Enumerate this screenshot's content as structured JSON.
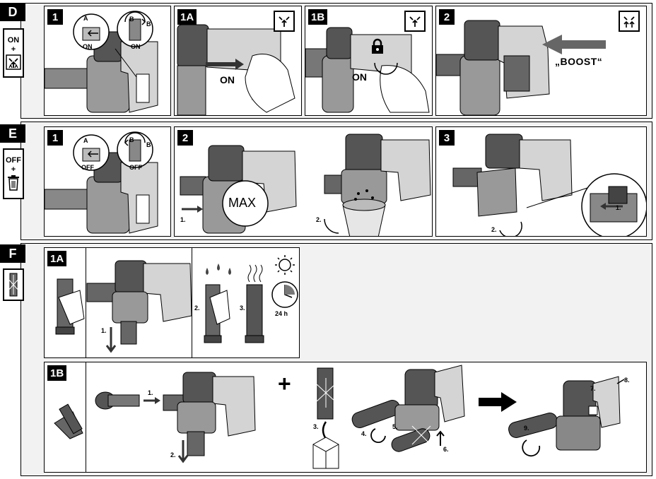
{
  "sections": {
    "D": {
      "tag": "D",
      "mode_top": "ON",
      "mode_plus": "+",
      "mode_icon": "airflow-mode-icon",
      "steps": {
        "s1": {
          "tag": "1",
          "label_a": "A",
          "label_b1": "B",
          "label_b2": "B",
          "label_on1": "ON",
          "label_on2": "ON"
        },
        "s1a": {
          "tag": "1A",
          "label_on": "ON"
        },
        "s1b": {
          "tag": "1B",
          "label_on": "ON"
        },
        "s2": {
          "tag": "2",
          "label_boost": "„BOOST“"
        }
      }
    },
    "E": {
      "tag": "E",
      "mode_top": "OFF",
      "mode_plus": "+",
      "mode_icon": "trash-bin-icon",
      "steps": {
        "s1": {
          "tag": "1",
          "label_a": "A",
          "label_b1": "B",
          "label_b2": "B",
          "label_off1": "OFF",
          "label_off2": "OFF"
        },
        "s2": {
          "tag": "2",
          "label_1": "1.",
          "label_max": "MAX",
          "label_2": "2."
        },
        "s3": {
          "tag": "3",
          "label_1": "1.",
          "label_2": "2."
        }
      }
    },
    "F": {
      "tag": "F",
      "mode_icon": "filter-brush-icon",
      "steps": {
        "s1a": {
          "tag": "1A",
          "label_1": "1.",
          "label_2": "2.",
          "label_3": "3.",
          "label_time": "24 h"
        },
        "s1b": {
          "tag": "1B",
          "label_1": "1.",
          "label_2": "2.",
          "label_plus": "+",
          "label_3": "3.",
          "label_4": "4.",
          "label_5": "5.",
          "label_6": "6.",
          "label_7": "7.",
          "label_8": "8.",
          "label_9": "9."
        }
      }
    }
  },
  "colors": {
    "section_bg": "#f2f2f2",
    "panel_bg": "#ffffff",
    "body_dark": "#555555",
    "body_mid": "#8a8a8a",
    "body_light": "#d4d4d4",
    "line": "#000000"
  }
}
